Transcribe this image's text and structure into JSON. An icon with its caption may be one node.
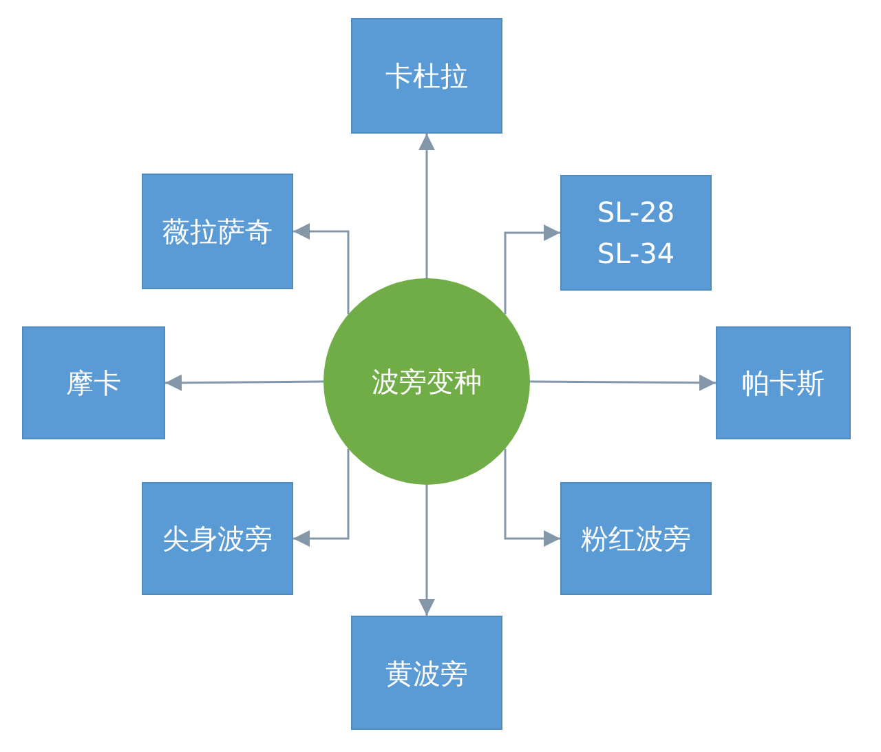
{
  "diagram": {
    "nodes": [
      {
        "text": [
          "波旁变种"
        ]
      },
      {
        "text": [
          "卡杜拉"
        ]
      },
      {
        "text": [
          "薇拉萨奇"
        ]
      },
      {
        "text": [
          "SL-28 SL-34"
        ]
      },
      {
        "text": [
          "摩卡"
        ]
      },
      {
        "text": [
          "帕卡斯"
        ]
      },
      {
        "text": [
          "尖身波旁"
        ]
      },
      {
        "text": [
          "粉红波旁"
        ]
      },
      {
        "text": [
          "黄波旁"
        ]
      }
    ],
    "edges": [
      {
        "from": 0,
        "to": 1,
        "arrow": "to"
      },
      {
        "from": 0,
        "to": 2,
        "arrow": "to"
      },
      {
        "from": 0,
        "to": 3,
        "arrow": "to"
      },
      {
        "from": 0,
        "to": 4,
        "arrow": "to"
      },
      {
        "from": 0,
        "to": 5,
        "arrow": "to"
      },
      {
        "from": 0,
        "to": 6,
        "arrow": "to"
      },
      {
        "from": 0,
        "to": 7,
        "arrow": "to"
      },
      {
        "from": 0,
        "to": 8,
        "arrow": "to"
      }
    ]
  }
}
